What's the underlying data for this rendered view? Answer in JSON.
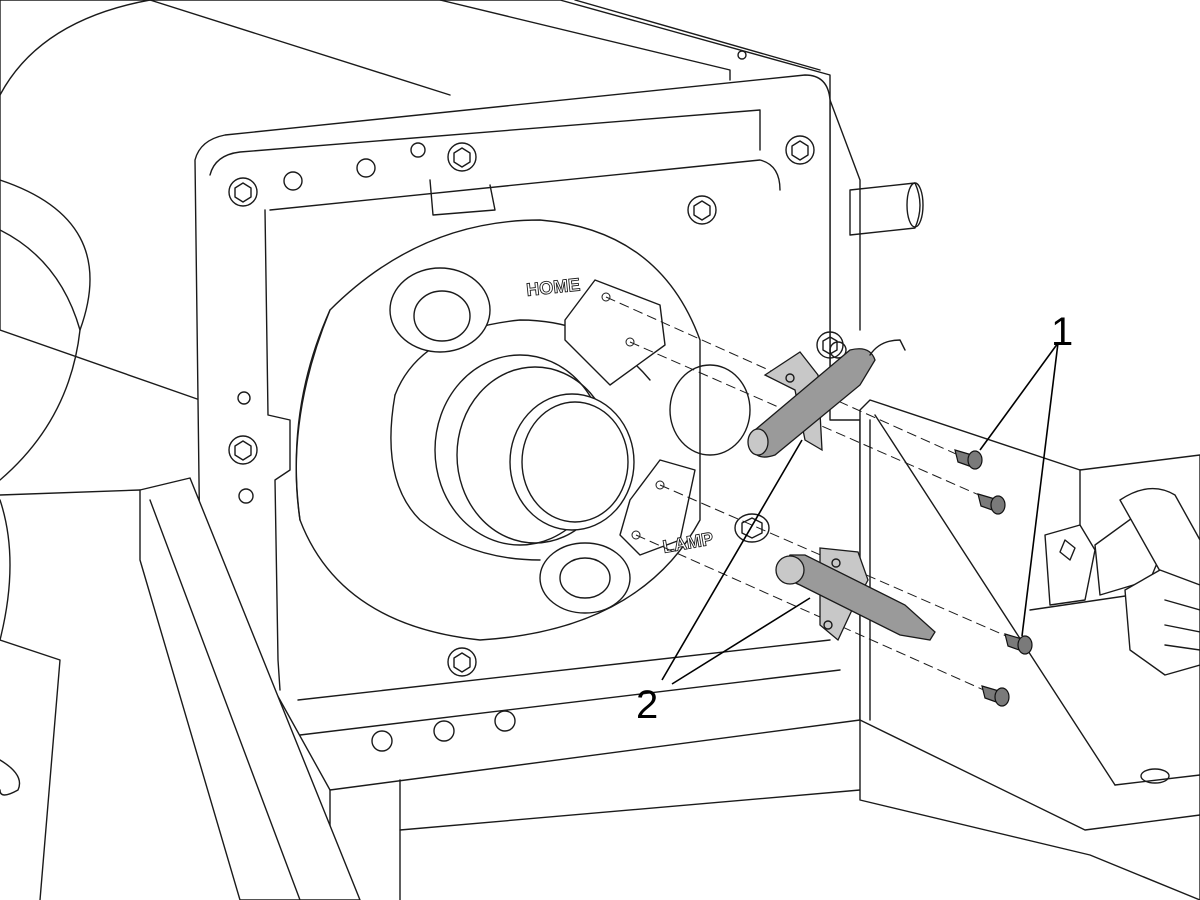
{
  "labels": {
    "home": "HOME",
    "clamp": "LAMP"
  },
  "callouts": {
    "item_1": "1",
    "item_2": "2"
  },
  "colors": {
    "line": "#1a1a1a",
    "sensor_body": "#9a9a9a",
    "screw": "#7a7a7a",
    "background": "#ffffff"
  }
}
